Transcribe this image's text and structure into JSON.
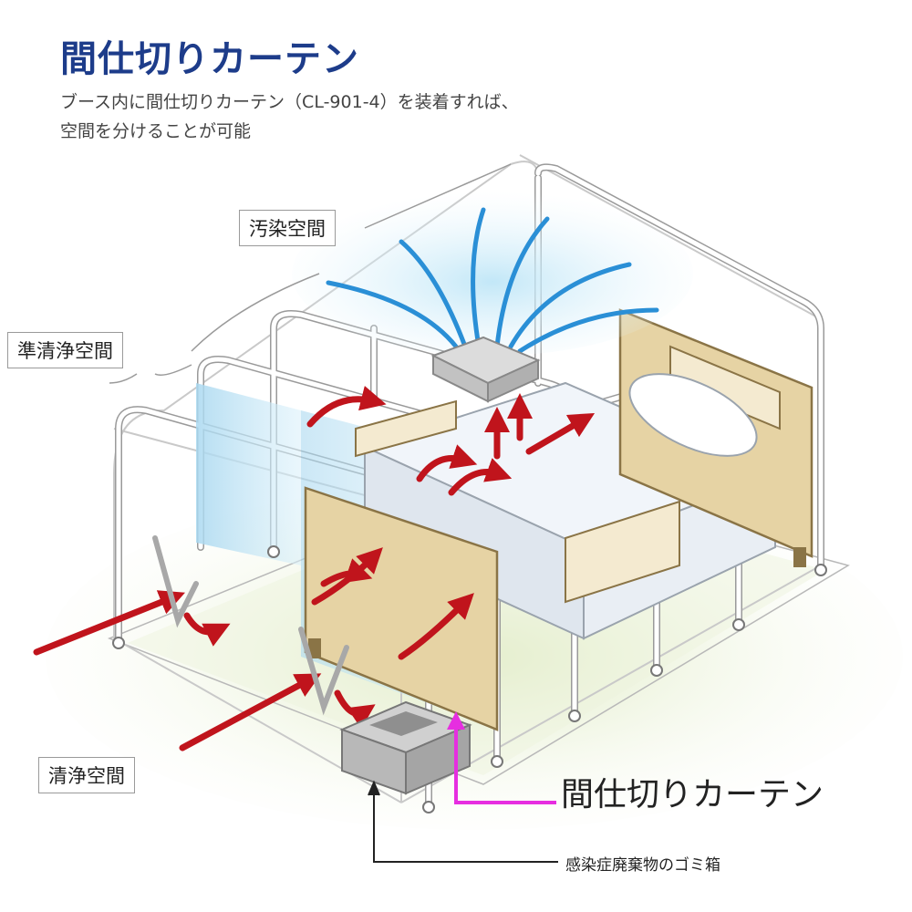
{
  "header": {
    "title": "間仕切りカーテン",
    "subtitle_line1": "ブース内に間仕切りカーテン（CL-901-4）を装着すれば、",
    "subtitle_line2": "空間を分けることが可能"
  },
  "zones": {
    "contaminated": "汚染空間",
    "semi_clean": "準清浄空間",
    "clean": "清浄空間"
  },
  "callouts": {
    "curtain": "間仕切りカーテン",
    "waste_bin": "感染症廃棄物のゴミ箱"
  },
  "colors": {
    "title": "#1d3c8a",
    "airflow_red": "#c0141c",
    "airflow_blue": "#2a8fd6",
    "curtain_blue": "#bfe3f5",
    "bed_wood": "#e6d3a4",
    "magenta": "#e62ee0",
    "floor_green": "#eaf1d9"
  }
}
